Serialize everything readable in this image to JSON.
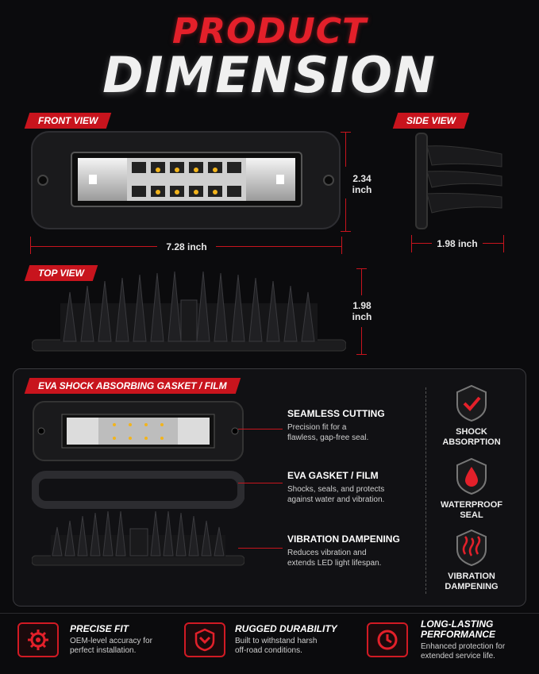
{
  "title": {
    "line1": "PRODUCT",
    "line2": "DIMENSION"
  },
  "views": {
    "front": "FRONT VIEW",
    "side": "SIDE VIEW",
    "top": "TOP VIEW"
  },
  "dimensions": {
    "front_height": {
      "value": "2.34",
      "unit": "inch"
    },
    "front_width": "7.28 inch",
    "side_depth": "1.98 inch",
    "top_height": {
      "value": "1.98",
      "unit": "inch"
    }
  },
  "gasket": {
    "heading": "EVA SHOCK  ABSORBING GASKET / FILM",
    "features": [
      {
        "title": "SEAMLESS CUTTING",
        "line1": "Precision fit for a",
        "line2": "flawless, gap-free seal."
      },
      {
        "title": "EVA GASKET / FILM",
        "line1": "Shocks, seals, and protects",
        "line2": "against water and vibration."
      },
      {
        "title": "VIBRATION DAMPENING",
        "line1": "Reduces vibration and",
        "line2": "extends LED light lifespan."
      }
    ],
    "badges": [
      {
        "line1": "SHOCK",
        "line2": "ABSORPTION",
        "icon": "check-shield-icon"
      },
      {
        "line1": "WATERPROOF",
        "line2": "SEAL",
        "icon": "water-drop-icon"
      },
      {
        "line1": "VIBRATION",
        "line2": "DAMPENING",
        "icon": "heat-waves-icon"
      }
    ]
  },
  "bottom": [
    {
      "title1": "PRECISE FIT",
      "title2": "",
      "line1": "OEM-level accuracy for",
      "line2": "perfect installation.",
      "icon": "gear-icon"
    },
    {
      "title1": "RUGGED DURABILITY",
      "title2": "",
      "line1": "Built to withstand harsh",
      "line2": "off-road conditions.",
      "icon": "shield-chevron-icon"
    },
    {
      "title1": "LONG-LASTING",
      "title2": "PERFORMANCE",
      "line1": "Enhanced protection for",
      "line2": "extended service life.",
      "icon": "clock-icon"
    }
  ],
  "colors": {
    "accent": "#c8141d",
    "background": "#0b0b0d"
  }
}
